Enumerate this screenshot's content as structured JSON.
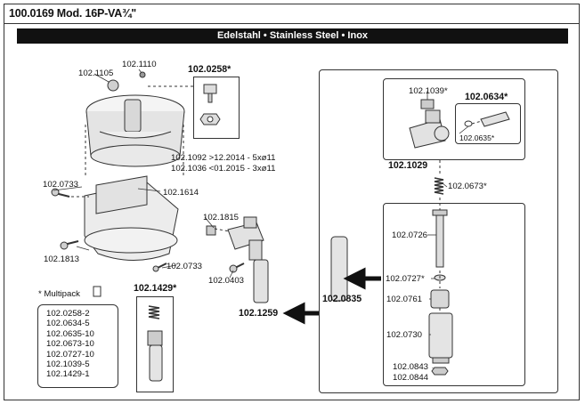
{
  "header": {
    "title": "100.0169 Mod. 16P-VA¾\"",
    "banner": "Edelstahl • Stainless Steel • Inox"
  },
  "colors": {
    "line": "#333333",
    "banner_bg": "#111111",
    "banner_text": "#ffffff",
    "part_fill": "#e6e6e6"
  },
  "labels": {
    "p1110": "102.1110",
    "p1105": "102.1105",
    "p0258": "102.0258*",
    "p1092": "102.1092 >12.2014 - 5xø11",
    "p1036": "102.1036 <01.2015 - 3xø11",
    "p0733a": "102.0733",
    "p1614": "102.1614",
    "p1815": "102.1815",
    "p1813": "102.1813",
    "p0733b": "102.0733",
    "p0403": "102.0403",
    "p1039": "102.1039*",
    "p0634": "102.0634*",
    "p0635": "102.0635*",
    "p1029": "102.1029",
    "p0673": "102.0673*",
    "p0726": "102.0726",
    "p0727": "102.0727*",
    "p0835": "102.0835",
    "p0761": "102.0761",
    "p0730": "102.0730",
    "p0843": "102.0843",
    "p0844": "102.0844",
    "p1259": "102.1259",
    "p1429": "102.1429*"
  },
  "multipack": {
    "title": "* Multipack",
    "items": [
      "102.0258-2",
      "102.0634-5",
      "102.0635-10",
      "102.0673-10",
      "102.0727-10",
      "102.1039-5",
      "102.1429-1"
    ]
  }
}
